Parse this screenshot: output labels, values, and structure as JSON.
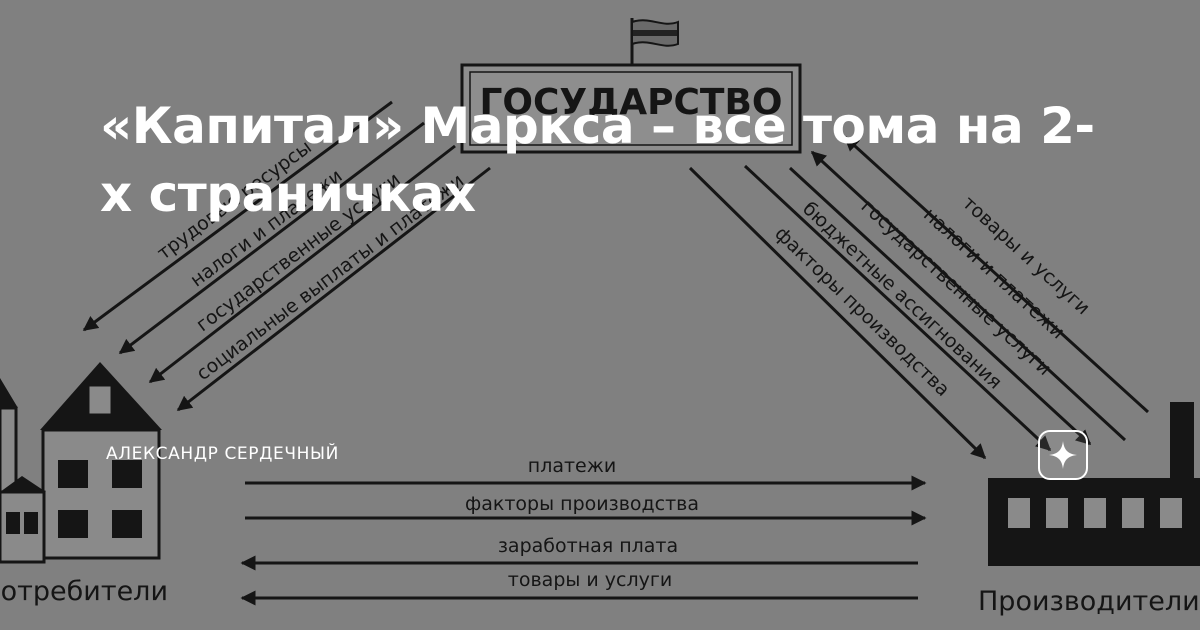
{
  "title": "«Капитал» Маркса – все тома на 2-х страничках",
  "author": "АЛЕКСАНДР СЕРДЕЧНЫЙ",
  "diagram": {
    "state_label": "ГОСУДАРСТВО",
    "consumers_label": "Потребители",
    "producers_label": "Производители",
    "left_arrows": [
      "трудовые ресурсы",
      "налоги и платежи",
      "государственные услуги",
      "социальные выплаты и платежи"
    ],
    "right_arrows": [
      "товары и услуги",
      "налоги и платежи",
      "государственные услуги",
      "бюджетные ассигнования",
      "факторы производства"
    ],
    "bottom_arrows": [
      "платежи",
      "факторы производства",
      "заработная плата",
      "товары и услуги"
    ]
  },
  "colors": {
    "background": "#808080",
    "ink": "#151515",
    "title": "#ffffff"
  },
  "icons": {
    "logo": "sparkle-star-icon",
    "flag": "flag-icon"
  }
}
